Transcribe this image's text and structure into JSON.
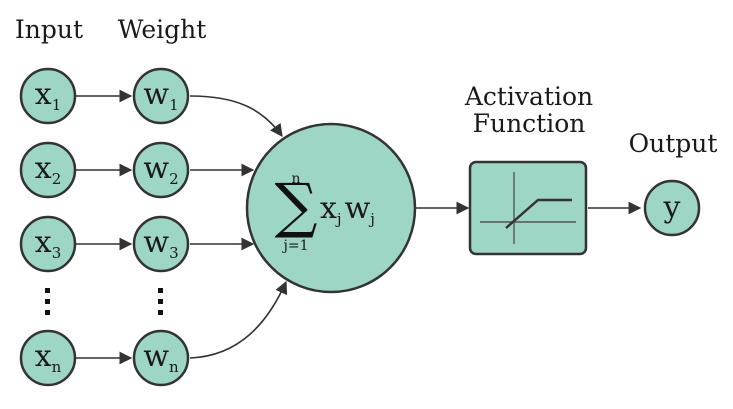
{
  "headers": {
    "input": "Input",
    "weight": "Weight",
    "activation_line1": "Activation",
    "activation_line2": "Function",
    "output": "Output"
  },
  "inputs": [
    {
      "var": "x",
      "sub": "1"
    },
    {
      "var": "x",
      "sub": "2"
    },
    {
      "var": "x",
      "sub": "3"
    },
    {
      "var": "x",
      "sub": "n"
    }
  ],
  "weights": [
    {
      "var": "w",
      "sub": "1"
    },
    {
      "var": "w",
      "sub": "2"
    },
    {
      "var": "w",
      "sub": "3"
    },
    {
      "var": "w",
      "sub": "n"
    }
  ],
  "summation": {
    "symbol": "∑",
    "upper": "n",
    "lower": "j=1",
    "term_x": "x",
    "term_x_sub": "j",
    "term_w": "w",
    "term_w_sub": "j"
  },
  "output": {
    "var": "y"
  },
  "colors": {
    "node_fill": "#9dd5c6",
    "stroke": "#333333"
  }
}
